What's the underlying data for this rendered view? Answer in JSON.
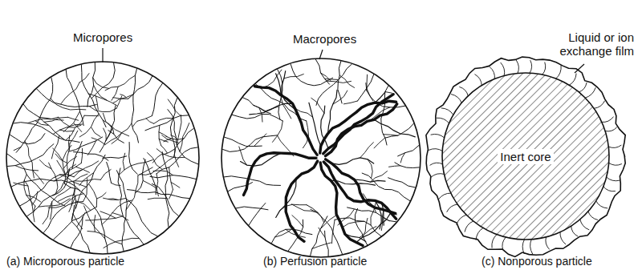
{
  "diagram": {
    "nodes": [
      {
        "text": [
          "Inert core"
        ]
      }
    ],
    "labels": [
      "Micropores",
      "Macropores",
      "Liquid or ion exchange film",
      "(a) Microporous particle",
      "(b) Perfusion particle",
      "(c) Nonporous particle"
    ]
  }
}
